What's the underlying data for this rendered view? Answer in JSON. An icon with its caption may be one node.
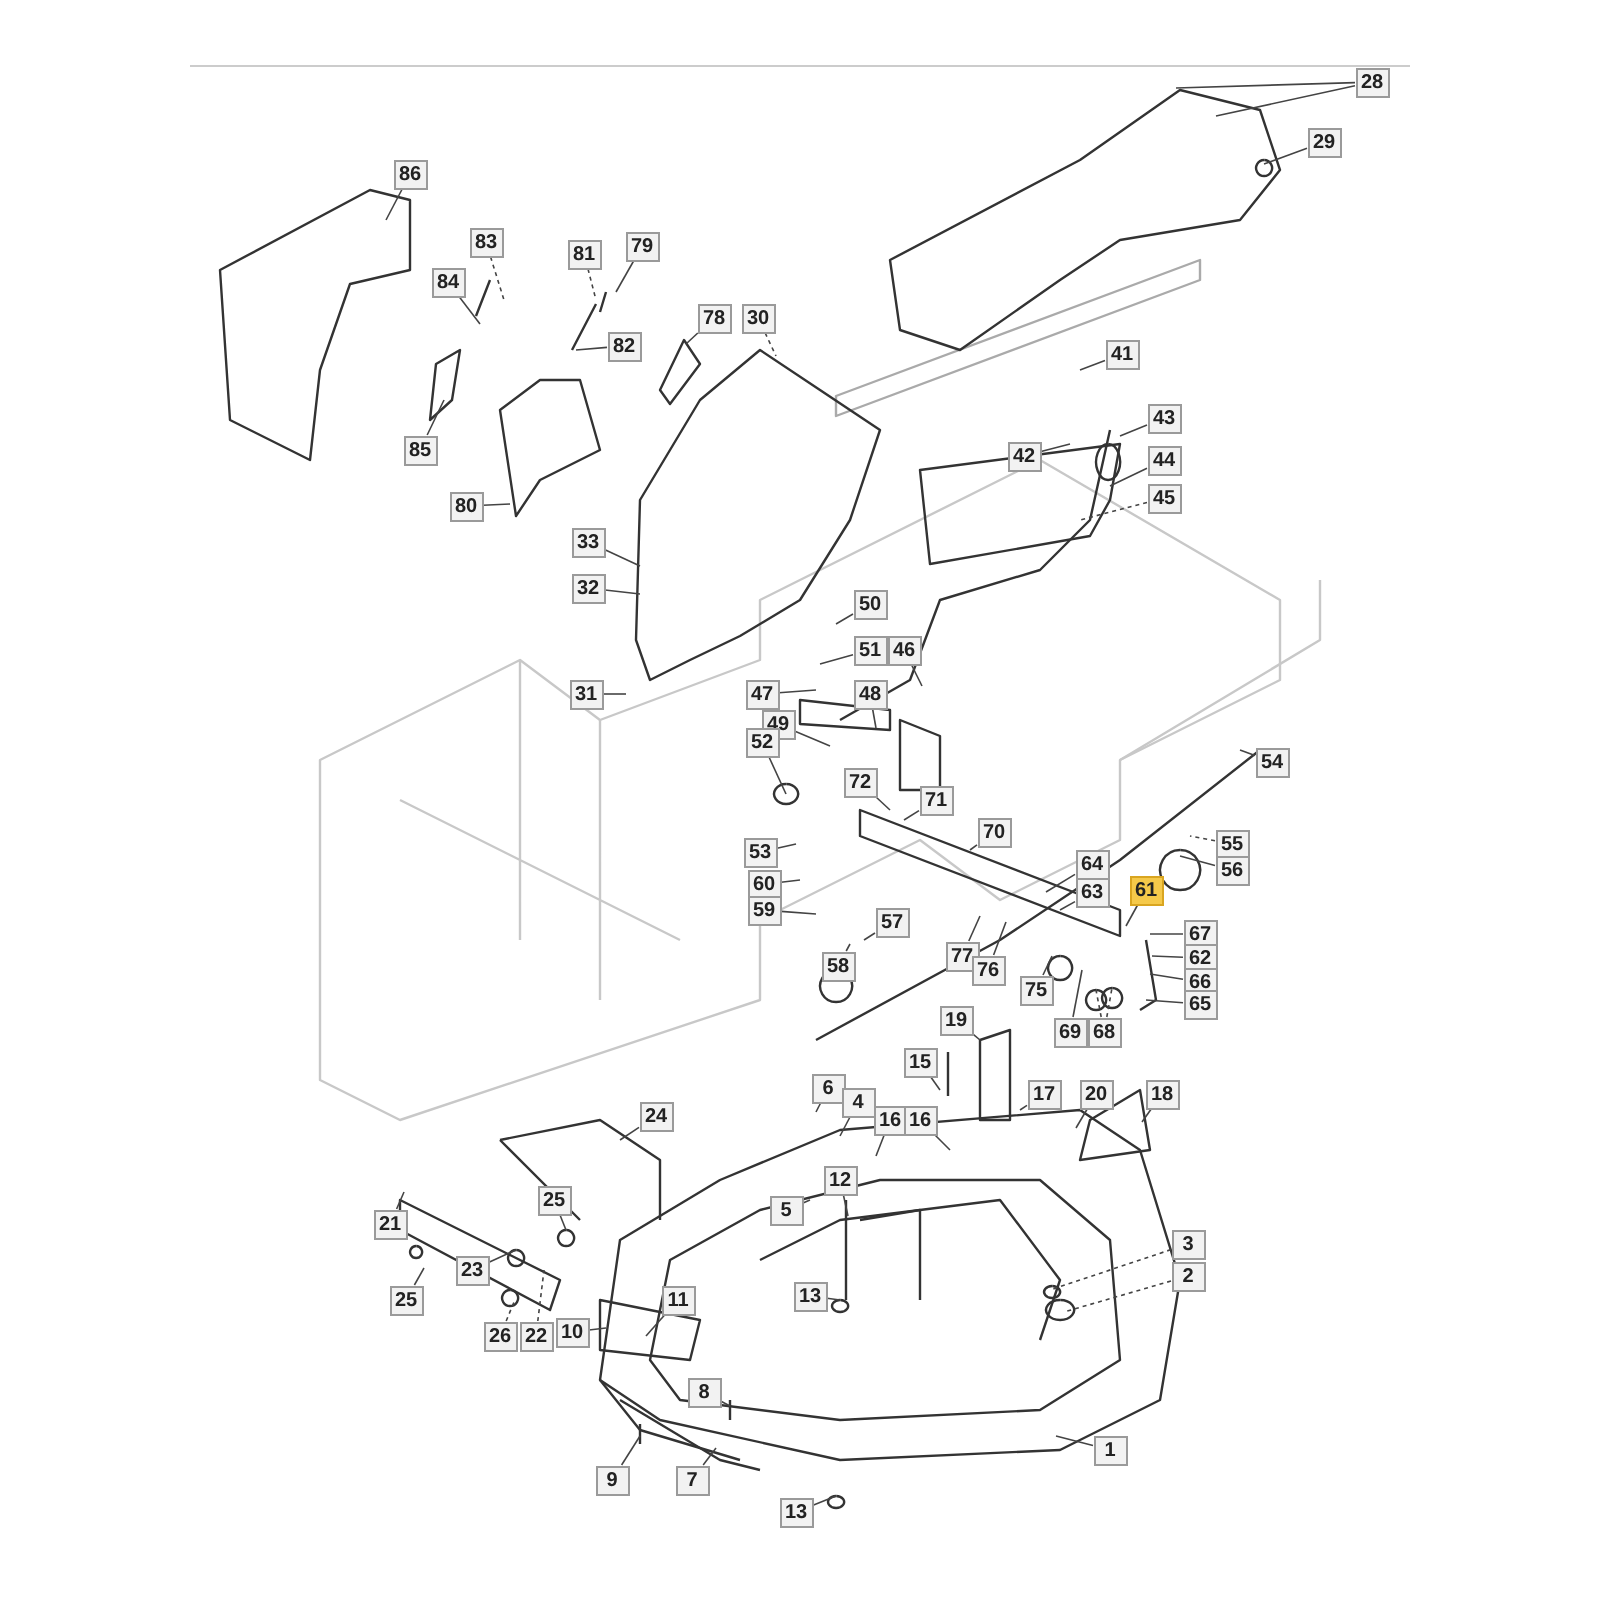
{
  "diagram": {
    "nodes": [
      {
        "text": [
          "86"
        ]
      },
      {
        "text": [
          "83"
        ]
      },
      {
        "text": [
          "84"
        ]
      },
      {
        "text": [
          "81"
        ]
      },
      {
        "text": [
          "79"
        ]
      },
      {
        "text": [
          "82"
        ]
      },
      {
        "text": [
          "78"
        ]
      },
      {
        "text": [
          "30"
        ]
      },
      {
        "text": [
          "85"
        ]
      },
      {
        "text": [
          "80"
        ]
      },
      {
        "text": [
          "33"
        ]
      },
      {
        "text": [
          "32"
        ]
      },
      {
        "text": [
          "28"
        ]
      },
      {
        "text": [
          "29"
        ]
      },
      {
        "text": [
          "41"
        ]
      },
      {
        "text": [
          "42"
        ]
      },
      {
        "text": [
          "43"
        ]
      },
      {
        "text": [
          "44"
        ]
      },
      {
        "text": [
          "45"
        ]
      },
      {
        "text": [
          "50"
        ]
      },
      {
        "text": [
          "51"
        ]
      },
      {
        "text": [
          "46"
        ]
      },
      {
        "text": [
          "48"
        ]
      },
      {
        "text": [
          "47"
        ]
      },
      {
        "text": [
          "49"
        ]
      },
      {
        "text": [
          "31"
        ]
      },
      {
        "text": [
          "52"
        ]
      },
      {
        "text": [
          "72"
        ]
      },
      {
        "text": [
          "71"
        ]
      },
      {
        "text": [
          "70"
        ]
      },
      {
        "text": [
          "53"
        ]
      },
      {
        "text": [
          "60"
        ]
      },
      {
        "text": [
          "59"
        ]
      },
      {
        "text": [
          "57"
        ]
      },
      {
        "text": [
          "58"
        ]
      },
      {
        "text": [
          "54"
        ]
      },
      {
        "text": [
          "55"
        ]
      },
      {
        "text": [
          "56"
        ]
      },
      {
        "text": [
          "64"
        ]
      },
      {
        "text": [
          "63"
        ]
      },
      {
        "text": [
          "61"
        ]
      },
      {
        "text": [
          "67"
        ]
      },
      {
        "text": [
          "62"
        ]
      },
      {
        "text": [
          "66"
        ]
      },
      {
        "text": [
          "65"
        ]
      },
      {
        "text": [
          "77"
        ]
      },
      {
        "text": [
          "76"
        ]
      },
      {
        "text": [
          "75"
        ]
      },
      {
        "text": [
          "69"
        ]
      },
      {
        "text": [
          "68"
        ]
      },
      {
        "text": [
          "19"
        ]
      },
      {
        "text": [
          "15"
        ]
      },
      {
        "text": [
          "17"
        ]
      },
      {
        "text": [
          "20"
        ]
      },
      {
        "text": [
          "18"
        ]
      },
      {
        "text": [
          "6"
        ]
      },
      {
        "text": [
          "4"
        ]
      },
      {
        "text": [
          "16"
        ]
      },
      {
        "text": [
          "16"
        ]
      },
      {
        "text": [
          "12"
        ]
      },
      {
        "text": [
          "5"
        ]
      },
      {
        "text": [
          "24"
        ]
      },
      {
        "text": [
          "25"
        ]
      },
      {
        "text": [
          "21"
        ]
      },
      {
        "text": [
          "25"
        ]
      },
      {
        "text": [
          "23"
        ]
      },
      {
        "text": [
          "26"
        ]
      },
      {
        "text": [
          "22"
        ]
      },
      {
        "text": [
          "10"
        ]
      },
      {
        "text": [
          "11"
        ]
      },
      {
        "text": [
          "13"
        ]
      },
      {
        "text": [
          "3"
        ]
      },
      {
        "text": [
          "2"
        ]
      },
      {
        "text": [
          "1"
        ]
      },
      {
        "text": [
          "8"
        ]
      },
      {
        "text": [
          "9"
        ]
      },
      {
        "text": [
          "7"
        ]
      },
      {
        "text": [
          "13"
        ]
      }
    ],
    "edges": [
      {
        "from": 0,
        "to": null,
        "arrow": "none"
      },
      {
        "from": 1,
        "to": null,
        "arrow": "none",
        "style": "dashed"
      },
      {
        "from": 2,
        "to": null,
        "arrow": "none"
      },
      {
        "from": 3,
        "to": null,
        "arrow": "none",
        "style": "dashed"
      },
      {
        "from": 4,
        "to": null,
        "arrow": "none"
      },
      {
        "from": 5,
        "to": null,
        "arrow": "none"
      },
      {
        "from": 6,
        "to": null,
        "arrow": "none"
      },
      {
        "from": 7,
        "to": null,
        "arrow": "none",
        "style": "dashed"
      },
      {
        "from": 8,
        "to": null,
        "arrow": "none"
      },
      {
        "from": 9,
        "to": null,
        "arrow": "none"
      },
      {
        "from": 10,
        "to": null,
        "arrow": "none"
      },
      {
        "from": 11,
        "to": null,
        "arrow": "none"
      },
      {
        "from": 12,
        "to": null,
        "arrow": "none"
      },
      {
        "from": 12,
        "to": null,
        "arrow": "none"
      },
      {
        "from": 13,
        "to": null,
        "arrow": "none"
      },
      {
        "from": 14,
        "to": null,
        "arrow": "none"
      },
      {
        "from": 15,
        "to": null,
        "arrow": "none"
      },
      {
        "from": 16,
        "to": null,
        "arrow": "none"
      },
      {
        "from": 17,
        "to": null,
        "arrow": "none"
      },
      {
        "from": 18,
        "to": null,
        "arrow": "none",
        "style": "dashed"
      },
      {
        "from": 19,
        "to": null,
        "arrow": "none"
      },
      {
        "from": 20,
        "to": null,
        "arrow": "none"
      },
      {
        "from": 21,
        "to": null,
        "arrow": "none"
      },
      {
        "from": 22,
        "to": null,
        "arrow": "none"
      },
      {
        "from": 23,
        "to": null,
        "arrow": "none"
      },
      {
        "from": 24,
        "to": null,
        "arrow": "none"
      },
      {
        "from": 25,
        "to": null,
        "arrow": "none"
      },
      {
        "from": 26,
        "to": null,
        "arrow": "none"
      },
      {
        "from": 27,
        "to": null,
        "arrow": "none"
      },
      {
        "from": 28,
        "to": null,
        "arrow": "none"
      },
      {
        "from": 29,
        "to": null,
        "arrow": "none"
      },
      {
        "from": 30,
        "to": null,
        "arrow": "none"
      },
      {
        "from": 31,
        "to": null,
        "arrow": "none"
      },
      {
        "from": 32,
        "to": null,
        "arrow": "none"
      },
      {
        "from": 33,
        "to": null,
        "arrow": "none"
      },
      {
        "from": 34,
        "to": null,
        "arrow": "none"
      },
      {
        "from": 35,
        "to": null,
        "arrow": "none"
      },
      {
        "from": 36,
        "to": null,
        "arrow": "none",
        "style": "dashed"
      },
      {
        "from": 37,
        "to": null,
        "arrow": "none"
      },
      {
        "from": 38,
        "to": null,
        "arrow": "none"
      },
      {
        "from": 39,
        "to": null,
        "arrow": "none"
      },
      {
        "from": 40,
        "to": null,
        "arrow": "none"
      },
      {
        "from": 41,
        "to": null,
        "arrow": "none"
      },
      {
        "from": 42,
        "to": null,
        "arrow": "none"
      },
      {
        "from": 43,
        "to": null,
        "arrow": "none"
      },
      {
        "from": 44,
        "to": null,
        "arrow": "none"
      },
      {
        "from": 45,
        "to": null,
        "arrow": "none"
      },
      {
        "from": 46,
        "to": null,
        "arrow": "none"
      },
      {
        "from": 47,
        "to": null,
        "arrow": "none"
      },
      {
        "from": 48,
        "to": null,
        "arrow": "none"
      },
      {
        "from": 49,
        "to": null,
        "arrow": "none",
        "style": "dashed"
      },
      {
        "from": 49,
        "to": null,
        "arrow": "none",
        "style": "dashed"
      },
      {
        "from": 50,
        "to": null,
        "arrow": "none"
      },
      {
        "from": 51,
        "to": null,
        "arrow": "none"
      },
      {
        "from": 52,
        "to": null,
        "arrow": "none"
      },
      {
        "from": 53,
        "to": null,
        "arrow": "none"
      },
      {
        "from": 54,
        "to": null,
        "arrow": "none"
      },
      {
        "from": 55,
        "to": null,
        "arrow": "none"
      },
      {
        "from": 56,
        "to": null,
        "arrow": "none"
      },
      {
        "from": 57,
        "to": null,
        "arrow": "none"
      },
      {
        "from": 58,
        "to": null,
        "arrow": "none"
      },
      {
        "from": 59,
        "to": null,
        "arrow": "none"
      },
      {
        "from": 60,
        "to": null,
        "arrow": "none"
      },
      {
        "from": 61,
        "to": null,
        "arrow": "none"
      },
      {
        "from": 62,
        "to": null,
        "arrow": "none"
      },
      {
        "from": 63,
        "to": null,
        "arrow": "none"
      },
      {
        "from": 64,
        "to": null,
        "arrow": "none"
      },
      {
        "from": 65,
        "to": null,
        "arrow": "none"
      },
      {
        "from": 66,
        "to": null,
        "arrow": "none",
        "style": "dashed"
      },
      {
        "from": 67,
        "to": null,
        "arrow": "none",
        "style": "dashed"
      },
      {
        "from": 68,
        "to": null,
        "arrow": "none"
      },
      {
        "from": 69,
        "to": null,
        "arrow": "none"
      },
      {
        "from": 70,
        "to": null,
        "arrow": "none"
      },
      {
        "from": 71,
        "to": null,
        "arrow": "none",
        "style": "dashed"
      },
      {
        "from": 72,
        "to": null,
        "arrow": "none",
        "style": "dashed"
      },
      {
        "from": 73,
        "to": null,
        "arrow": "none"
      },
      {
        "from": 74,
        "to": null,
        "arrow": "none"
      },
      {
        "from": 75,
        "to": null,
        "arrow": "none"
      },
      {
        "from": 76,
        "to": null,
        "arrow": "none"
      },
      {
        "from": 77,
        "to": null,
        "arrow": "none"
      }
    ]
  }
}
